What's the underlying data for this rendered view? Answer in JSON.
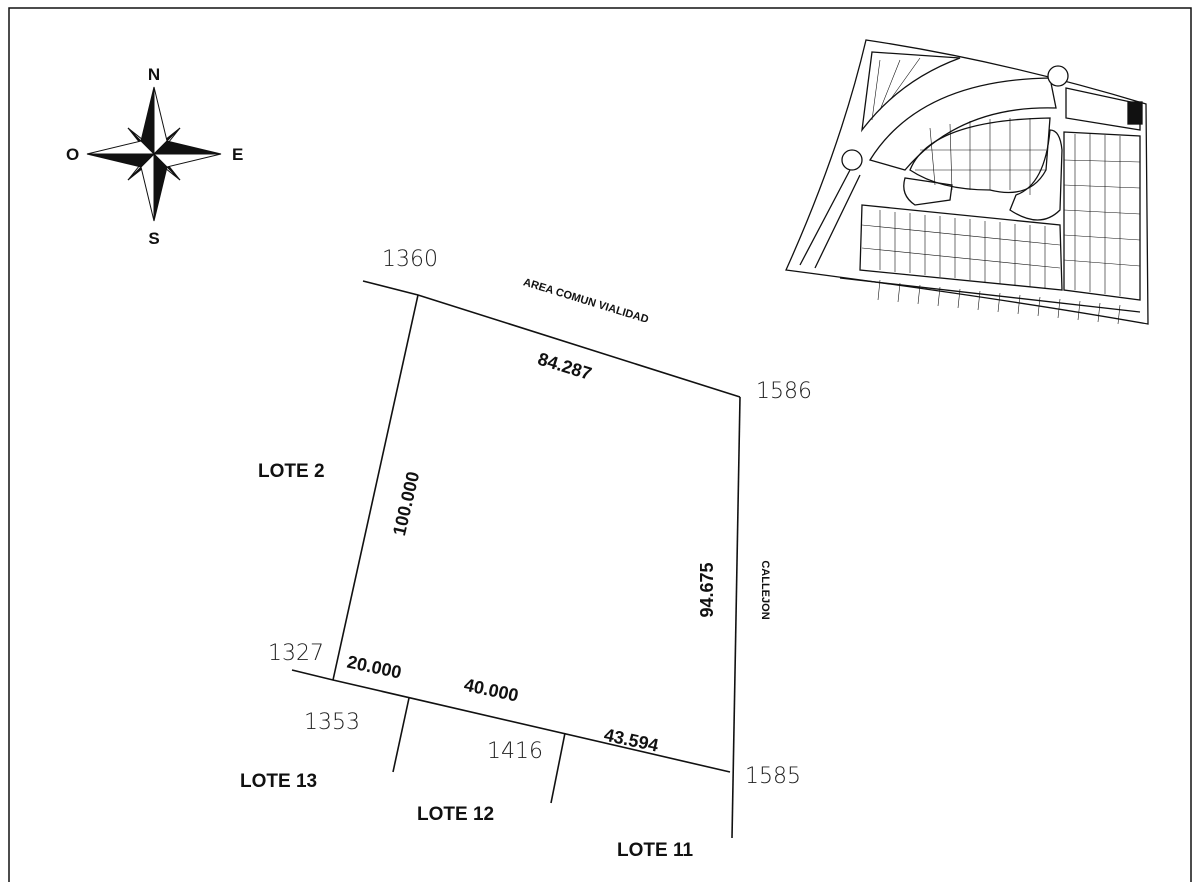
{
  "compass": {
    "north": "N",
    "south": "S",
    "east": "E",
    "west": "O"
  },
  "vertices": {
    "v1360": "1360",
    "v1586": "1586",
    "v1327": "1327",
    "v1353": "1353",
    "v1416": "1416",
    "v1585": "1585"
  },
  "dimensions": {
    "north_side": "84.287",
    "west_side": "100.000",
    "east_side": "94.675",
    "south_a": "20.000",
    "south_b": "40.000",
    "south_c": "43.594"
  },
  "adjacent": {
    "north": "AREA COMUN VIALIDAD",
    "east": "CALLEJON",
    "west": "LOTE 2",
    "lote13": "LOTE 13",
    "lote12": "LOTE 12",
    "lote11": "LOTE 11"
  }
}
